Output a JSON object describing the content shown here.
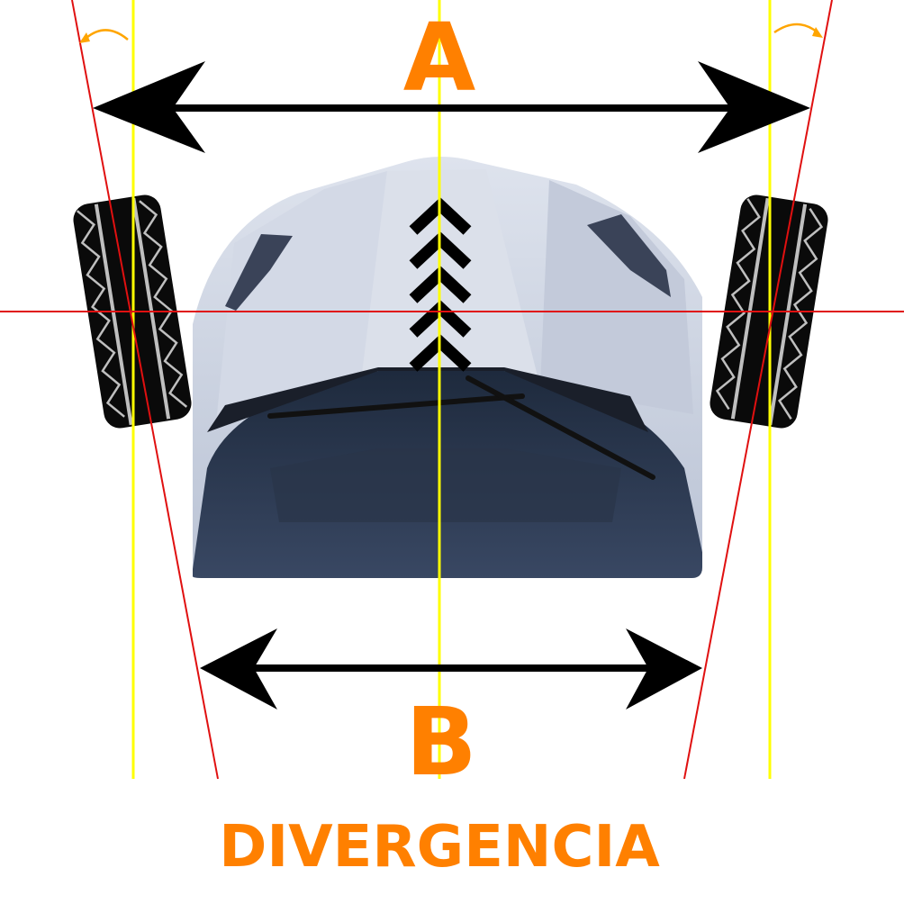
{
  "diagram": {
    "label_a": "A",
    "label_b": "B",
    "caption": "DIVERGENCIA"
  },
  "colors": {
    "accent": "#ff8000",
    "guide_yellow": "#ffff00",
    "axis_red": "#e01010",
    "arrow": "#000000",
    "car_body": "#c9d0df",
    "car_glass": "#2e3b52",
    "tire": "#0a0a0a",
    "tread": "#bfbfbf"
  },
  "icons": {
    "car": "car-top-view-icon",
    "wheel_left": "tire-icon",
    "wheel_right": "tire-icon",
    "direction": "chevron-up-icon",
    "rotate_left": "rotate-ccw-icon",
    "rotate_right": "rotate-cw-icon"
  }
}
